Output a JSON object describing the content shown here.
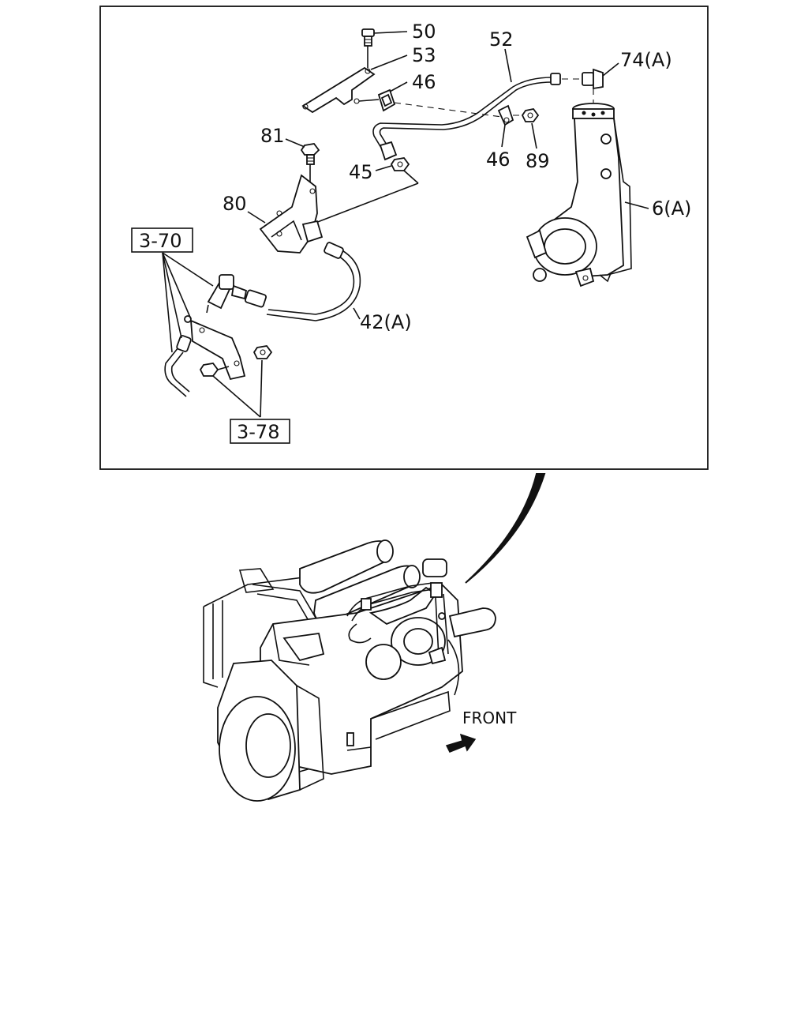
{
  "callouts": {
    "c50": "50",
    "c53": "53",
    "c52": "52",
    "c74a": "74(A)",
    "c46a": "46",
    "c46b": "46",
    "c89": "89",
    "c81": "81",
    "c45": "45",
    "c80": "80",
    "c6a": "6(A)",
    "c42a": "42(A)",
    "ref370": "3-70",
    "ref378": "3-78"
  },
  "front_label": "FRONT"
}
